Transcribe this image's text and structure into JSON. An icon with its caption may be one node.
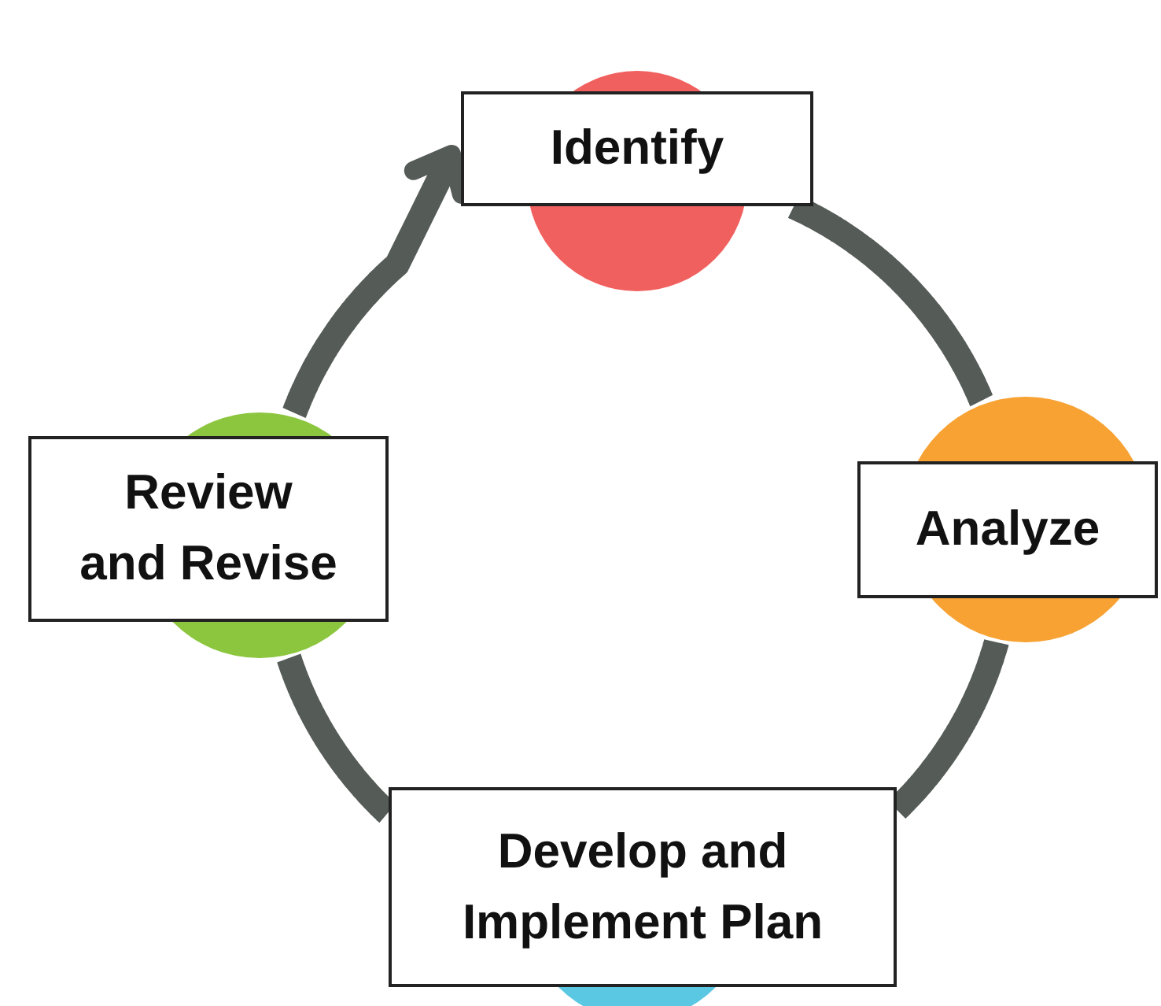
{
  "diagram": {
    "nodes": [
      {
        "text": [
          "Identify"
        ]
      },
      {
        "text": [
          "Analyze"
        ]
      },
      {
        "text": [
          "Develop and Implement Plan"
        ]
      },
      {
        "text": [
          "Review and Revise"
        ]
      }
    ],
    "edges": [
      {
        "from": 0,
        "to": 1,
        "arrow": "none"
      },
      {
        "from": 1,
        "to": 2,
        "arrow": "none"
      },
      {
        "from": 2,
        "to": 3,
        "arrow": "none"
      },
      {
        "from": 3,
        "to": 0,
        "arrow": "to"
      }
    ]
  }
}
